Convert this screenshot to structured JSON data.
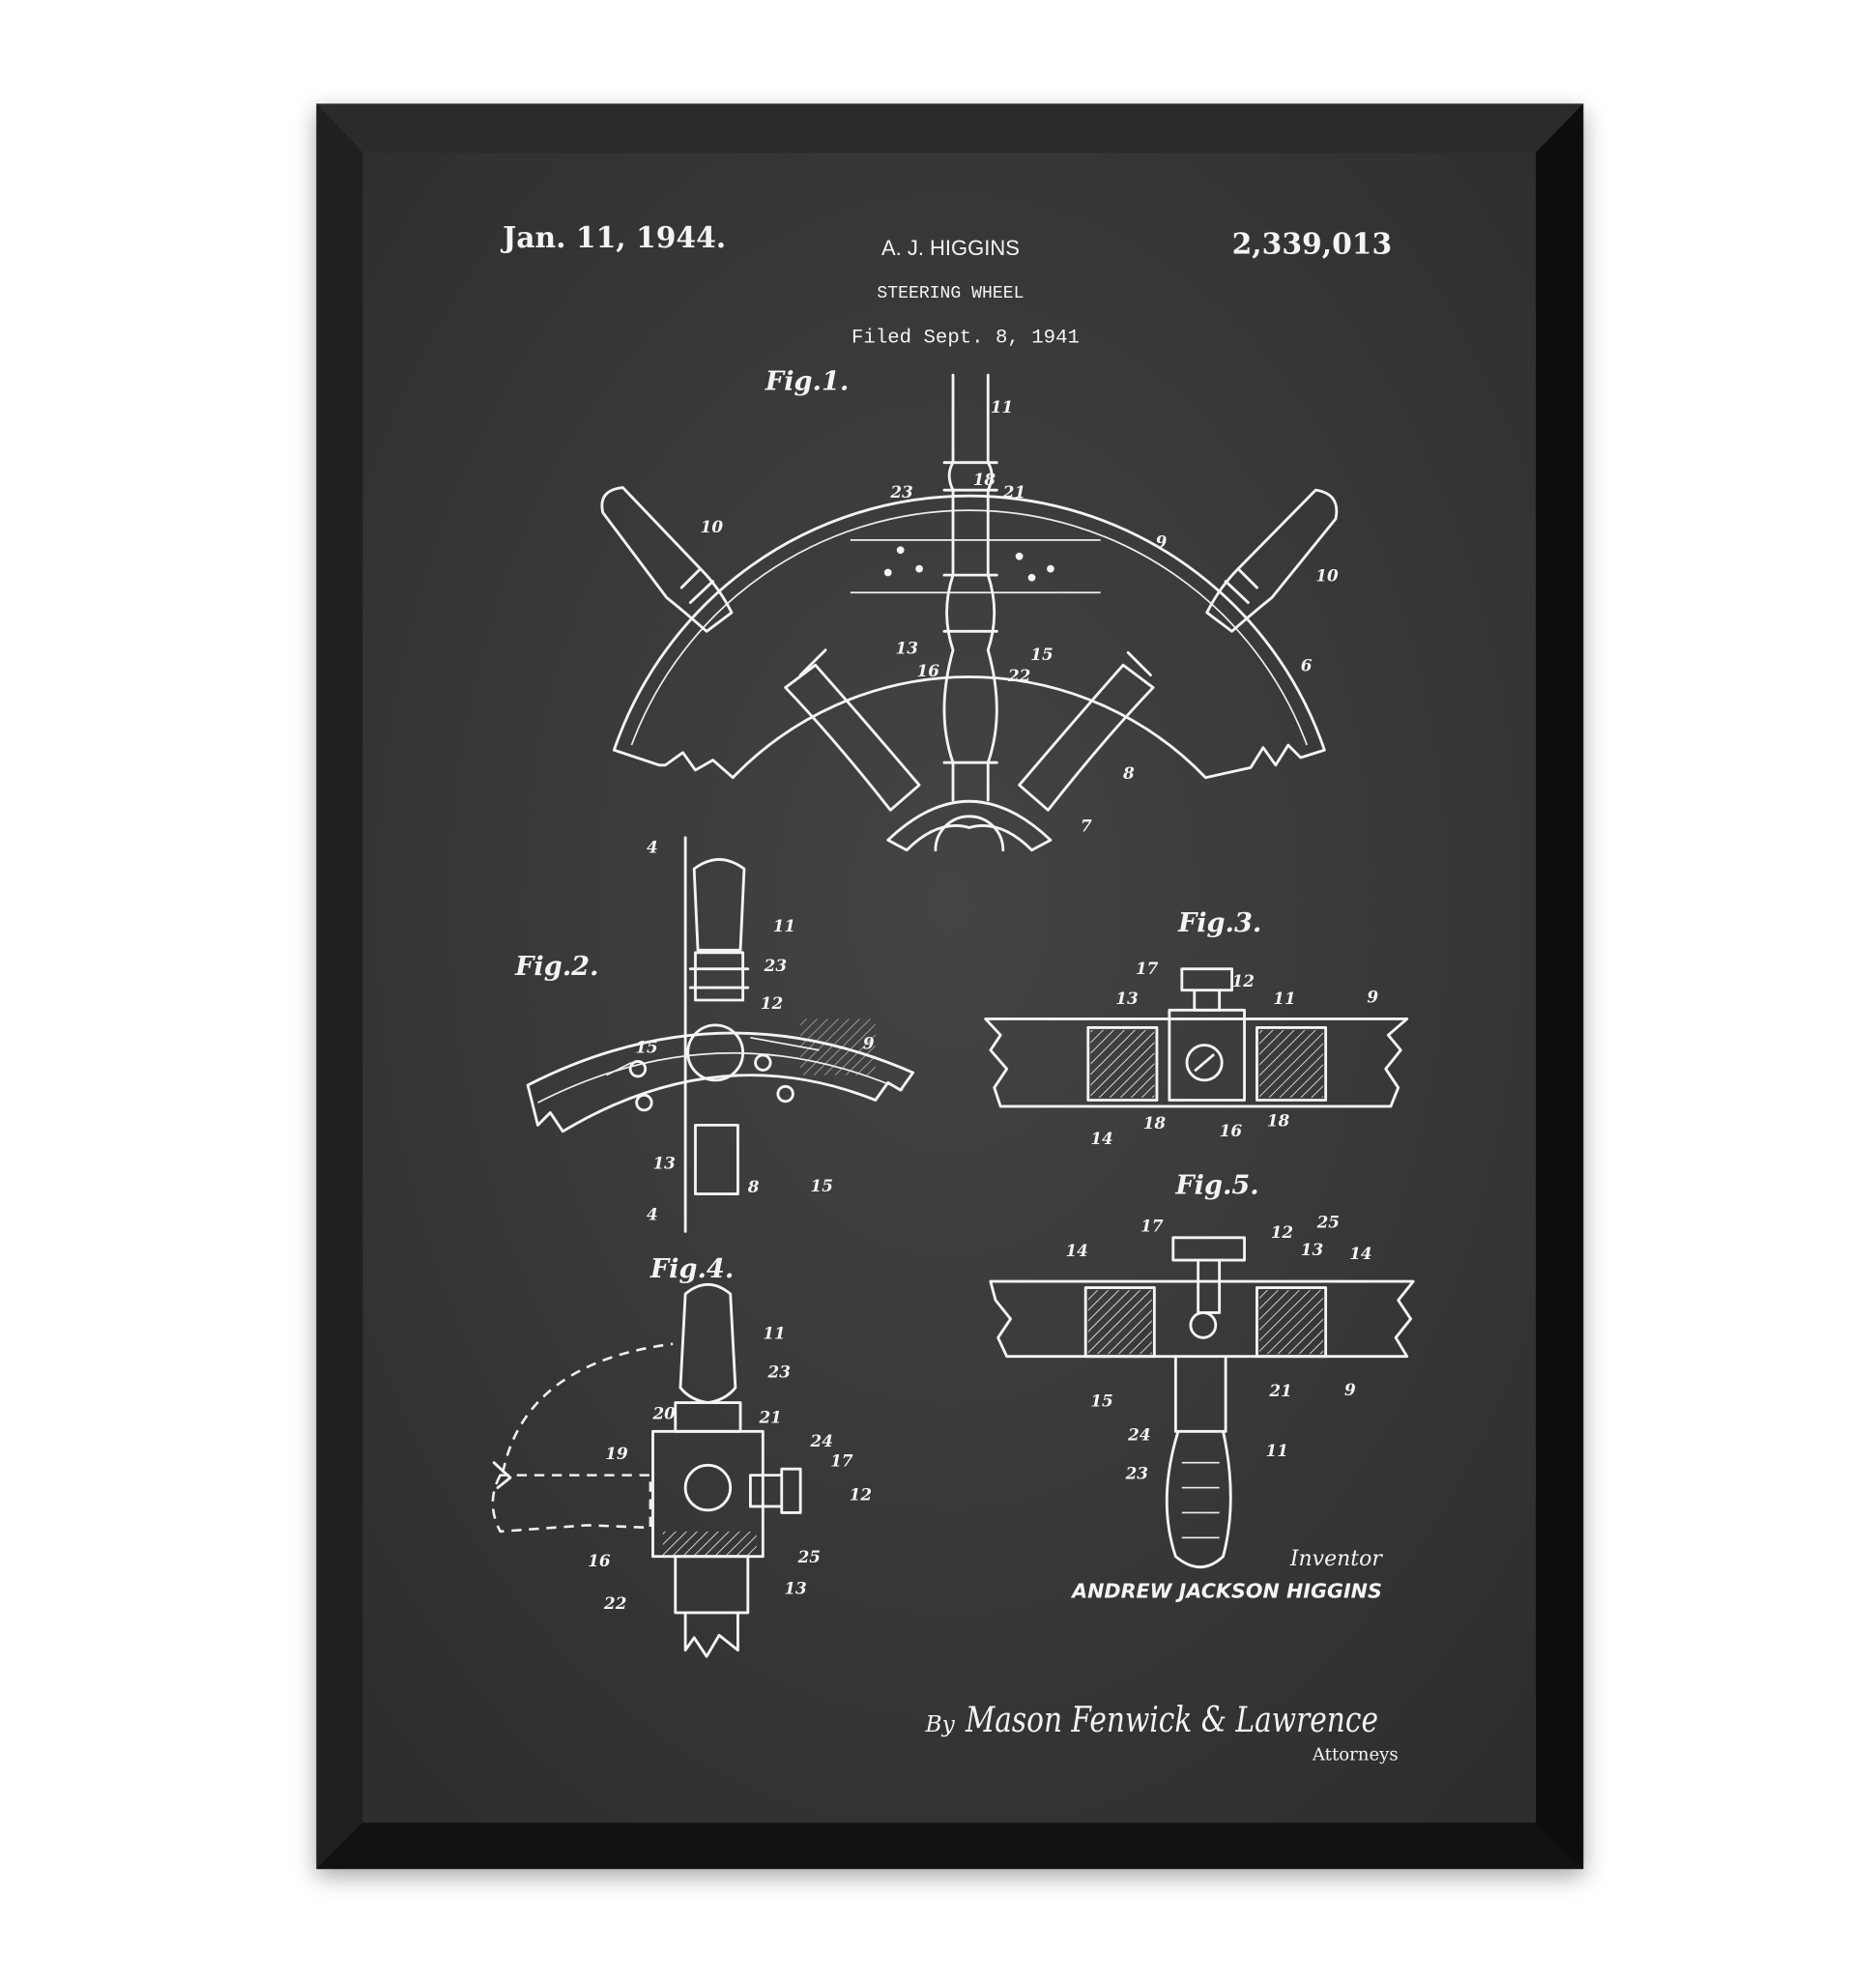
{
  "patent": {
    "date": "Jan. 11, 1944.",
    "inventor_header": "A. J. HIGGINS",
    "title": "STEERING WHEEL",
    "filed": "Filed Sept. 8, 1941",
    "number": "2,339,013"
  },
  "figures": [
    {
      "label": "Fig.1.",
      "numerals": [
        "11",
        "23",
        "18",
        "21",
        "10",
        "9",
        "10",
        "6",
        "13",
        "16",
        "15",
        "22",
        "8",
        "7"
      ]
    },
    {
      "label": "Fig.2.",
      "numerals": [
        "4",
        "11",
        "23",
        "12",
        "9",
        "15",
        "13",
        "8",
        "15",
        "4"
      ]
    },
    {
      "label": "Fig.3.",
      "numerals": [
        "17",
        "12",
        "13",
        "11",
        "9",
        "14",
        "18",
        "16",
        "18"
      ]
    },
    {
      "label": "Fig.4.",
      "numerals": [
        "11",
        "23",
        "20",
        "21",
        "24",
        "19",
        "17",
        "12",
        "16",
        "25",
        "13",
        "22"
      ]
    },
    {
      "label": "Fig.5.",
      "numerals": [
        "17",
        "12",
        "25",
        "14",
        "13",
        "14",
        "15",
        "24",
        "21",
        "9",
        "11",
        "23"
      ]
    }
  ],
  "signature": {
    "inventor_caption": "Inventor",
    "inventor_name": "ANDREW JACKSON HIGGINS",
    "by": "By",
    "attorney_signature": "Mason Fenwick & Lawrence",
    "attorneys_caption": "Attorneys"
  },
  "colors": {
    "chalkboard": "#3a3a3a",
    "frame": "#141414",
    "ink": "#f4f4f4",
    "wall": "#ffffff"
  }
}
